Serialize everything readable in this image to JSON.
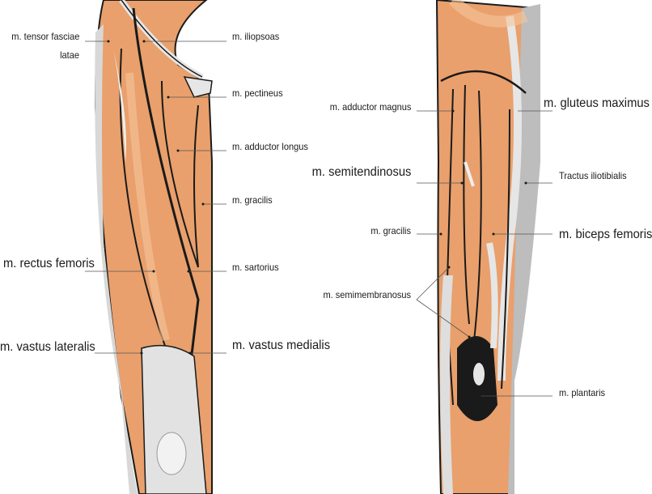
{
  "anterior_labels": {
    "tensor_fasciae_latae_1": "m. tensor fasciae",
    "tensor_fasciae_latae_2": "latae",
    "iliopsoas": "m. iliopsoas",
    "pectineus": "m. pectineus",
    "adductor_longus": "m. adductor longus",
    "gracilis": "m. gracilis",
    "rectus_femoris": "m. rectus femoris",
    "sartorius": "m. sartorius",
    "vastus_lateralis": "m. vastus lateralis",
    "vastus_medialis": "m. vastus medialis"
  },
  "posterior_labels": {
    "adductor_magnus": "m. adductor magnus",
    "gluteus_maximus": "m. gluteus maximus",
    "semitendinosus": "m. semitendinosus",
    "tractus_iliotibialis": "Tractus iliotibialis",
    "gracilis": "m. gracilis",
    "biceps_femoris": "m. biceps femoris",
    "semimembranosus": "m. semimembranosus",
    "plantaris": "m. plantaris"
  },
  "colors": {
    "muscle": "#e9a06c",
    "muscle_light": "#f5b887",
    "muscle_dark": "#cf8455",
    "tendon": "#e6e6e6",
    "outline": "#1a1a1a",
    "fascia": "#b8b8b8"
  }
}
